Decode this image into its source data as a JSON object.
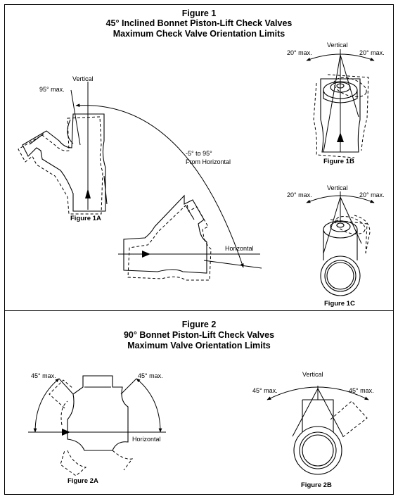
{
  "figure1": {
    "title_line1": "Figure 1",
    "title_line2": "45° Inclined Bonnet Piston-Lift Check Valves",
    "title_line3": "Maximum Check Valve Orientation Limits",
    "fig1a": {
      "vertical_label": "Vertical",
      "max_label": "95° max.",
      "range_label_line1": "-5° to 95°",
      "range_label_line2": "From Horizontal",
      "horizontal_label": "Horizontal",
      "caption": "Figure 1A"
    },
    "fig1b": {
      "vertical_label": "Vertical",
      "left_max": "20° max.",
      "right_max": "20° max.",
      "caption": "Figure 1B"
    },
    "fig1c": {
      "vertical_label": "Vertical",
      "left_max": "20° max.",
      "right_max": "20° max.",
      "caption": "Figure 1C"
    }
  },
  "figure2": {
    "title_line1": "Figure 2",
    "title_line2": "90° Bonnet Piston-Lift Check Valves",
    "title_line3": "Maximum Valve Orientation Limits",
    "fig2a": {
      "left_max": "45° max.",
      "right_max": "45° max.",
      "horizontal_label": "Horizontal",
      "caption": "Figure 2A"
    },
    "fig2b": {
      "vertical_label": "Vertical",
      "left_max": "45° max.",
      "right_max": "45° max.",
      "caption": "Figure 2B"
    }
  }
}
